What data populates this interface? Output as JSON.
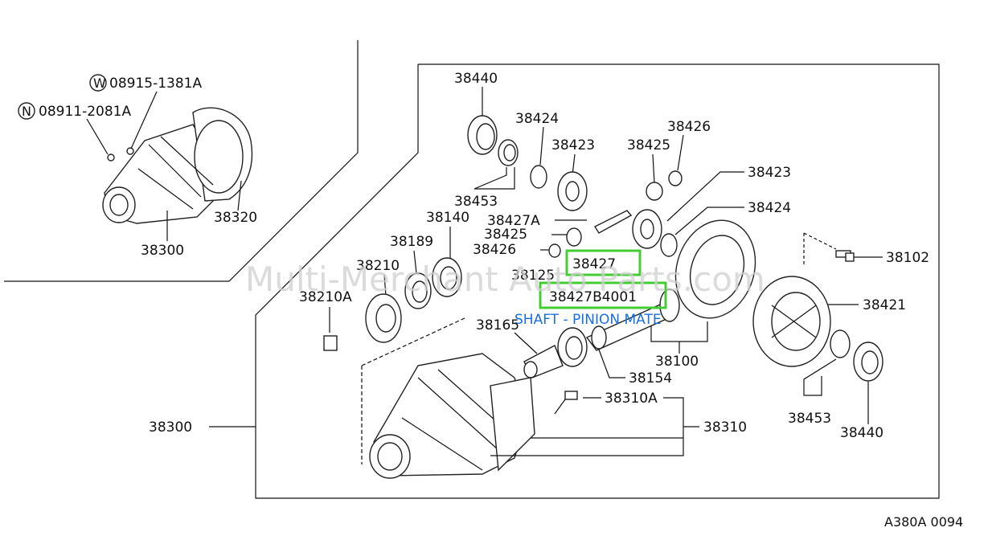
{
  "watermark": "Multi-Merchant Auto Parts.com",
  "drawing_id": "A380A 0094",
  "labels": {
    "p08915": "08915-1381A",
    "p08911": "08911-2081A",
    "w_symbol": "W",
    "n_symbol": "N",
    "p38320": "38320",
    "p38300_top": "38300",
    "p38440_top": "38440",
    "p38424_top": "38424",
    "p38423_top": "38423",
    "p38453_top": "38453",
    "p38426_top": "38426",
    "p38425_top": "38425",
    "p38423_right": "38423",
    "p38427A": "38427A",
    "p38424_right": "38424",
    "p38140": "38140",
    "p38425_mid": "38425",
    "p38189": "38189",
    "p38426_mid": "38426",
    "p38102": "38102",
    "p38210": "38210",
    "p38125": "38125",
    "p38427_box": "38427",
    "p38421": "38421",
    "p38427B4001": "38427B4001",
    "p38210A": "38210A",
    "shaft_desc": "SHAFT - PINION MATE",
    "p38165": "38165",
    "p38100": "38100",
    "p38154": "38154",
    "p38453_right": "38453",
    "p38440_right": "38440",
    "p38310A": "38310A",
    "p38300_main": "38300",
    "p38310": "38310"
  },
  "highlight_color": "#44cc33",
  "link_color": "#1a6fe0"
}
